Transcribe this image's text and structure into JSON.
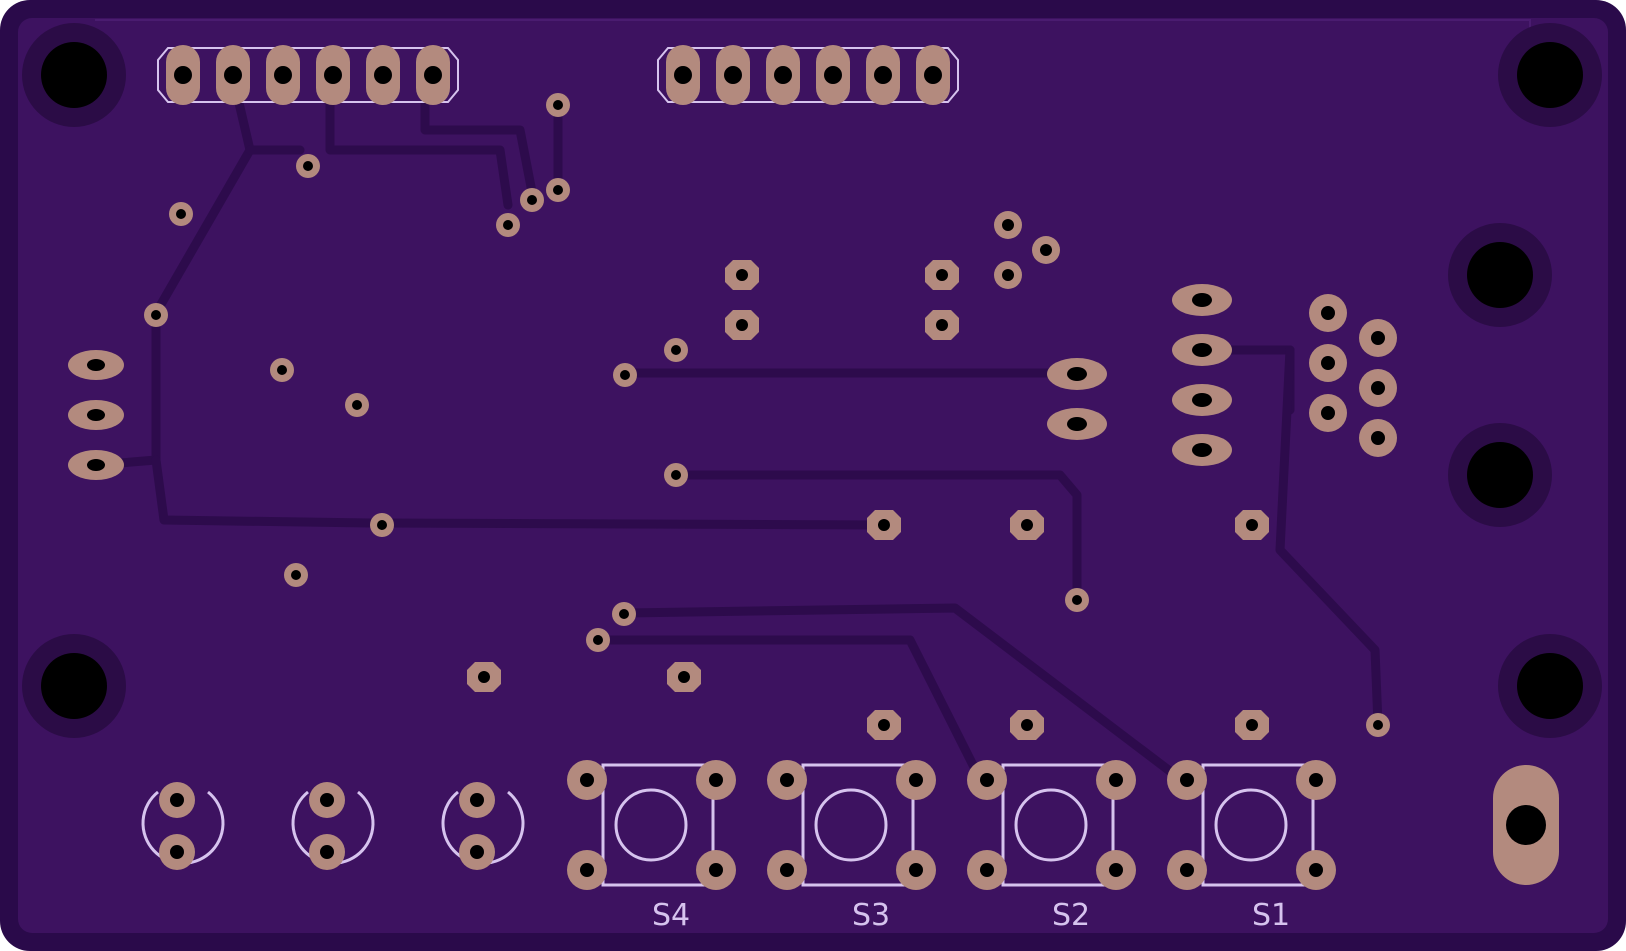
{
  "board": {
    "colors": {
      "edge": "#2a0a4a",
      "substrate": "#3d1260",
      "copper_trace": "#2d0b4c",
      "pad": "#b38a7e",
      "hole": "#000000",
      "silkscreen": "#d6c3ee",
      "keepout_ring": "#2b0c46"
    }
  },
  "switches": {
    "s4_label": "S4",
    "s3_label": "S3",
    "s2_label": "S2",
    "s1_label": "S1"
  }
}
